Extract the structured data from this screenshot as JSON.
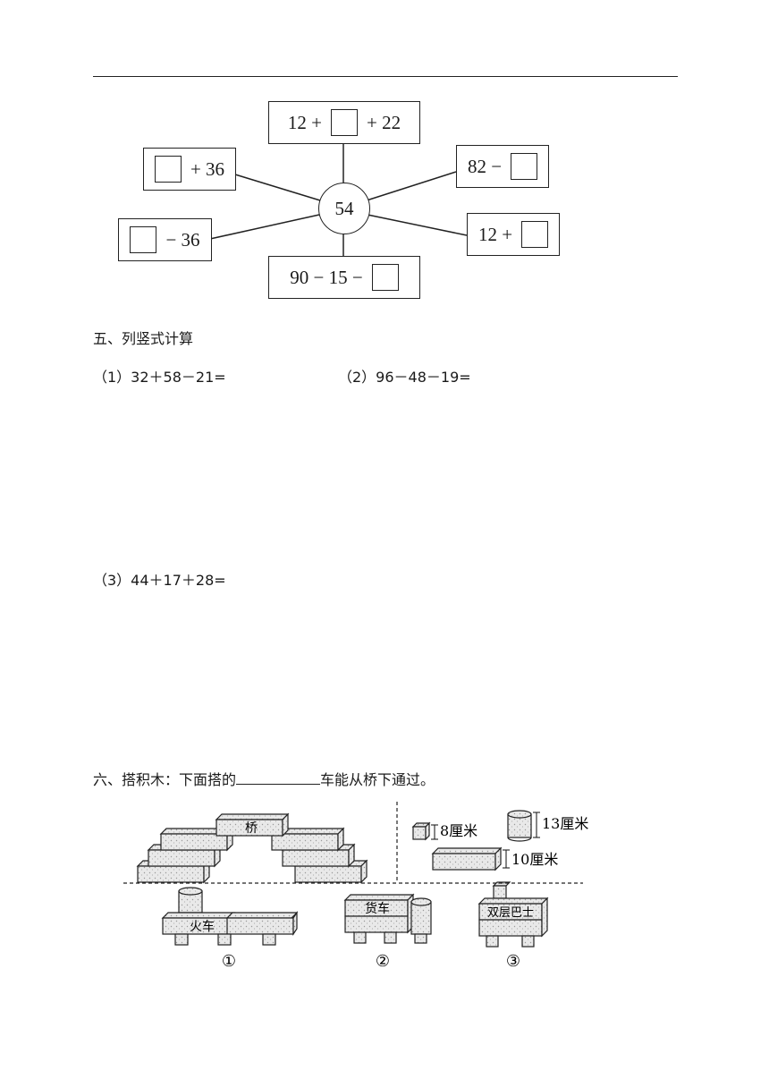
{
  "diagram": {
    "center": "54",
    "boxes": {
      "top": {
        "left": "12 +",
        "right": "+ 22"
      },
      "upper_left": {
        "right": "+ 36"
      },
      "upper_right": {
        "left": "82 −"
      },
      "lower_left": {
        "right": "− 36"
      },
      "lower_right": {
        "left": "12 +"
      },
      "bottom": {
        "left": "90 − 15 −"
      }
    }
  },
  "section5": {
    "title": "五、列竖式计算",
    "q1": "（1）32＋58－21=",
    "q2": "（2）96－48－19=",
    "q3": "（3）44＋17＋28="
  },
  "section6": {
    "title_before": "六、搭积木：下面搭的",
    "title_after": "车能从桥下通过。",
    "bridge_label": "桥",
    "legend": {
      "cube": "8厘米",
      "cylinder": "13厘米",
      "long_block": "10厘米"
    },
    "vehicles": [
      {
        "label": "火车",
        "number": "①"
      },
      {
        "label": "货车",
        "number": "②"
      },
      {
        "label": "双层巴士",
        "number": "③"
      }
    ]
  }
}
